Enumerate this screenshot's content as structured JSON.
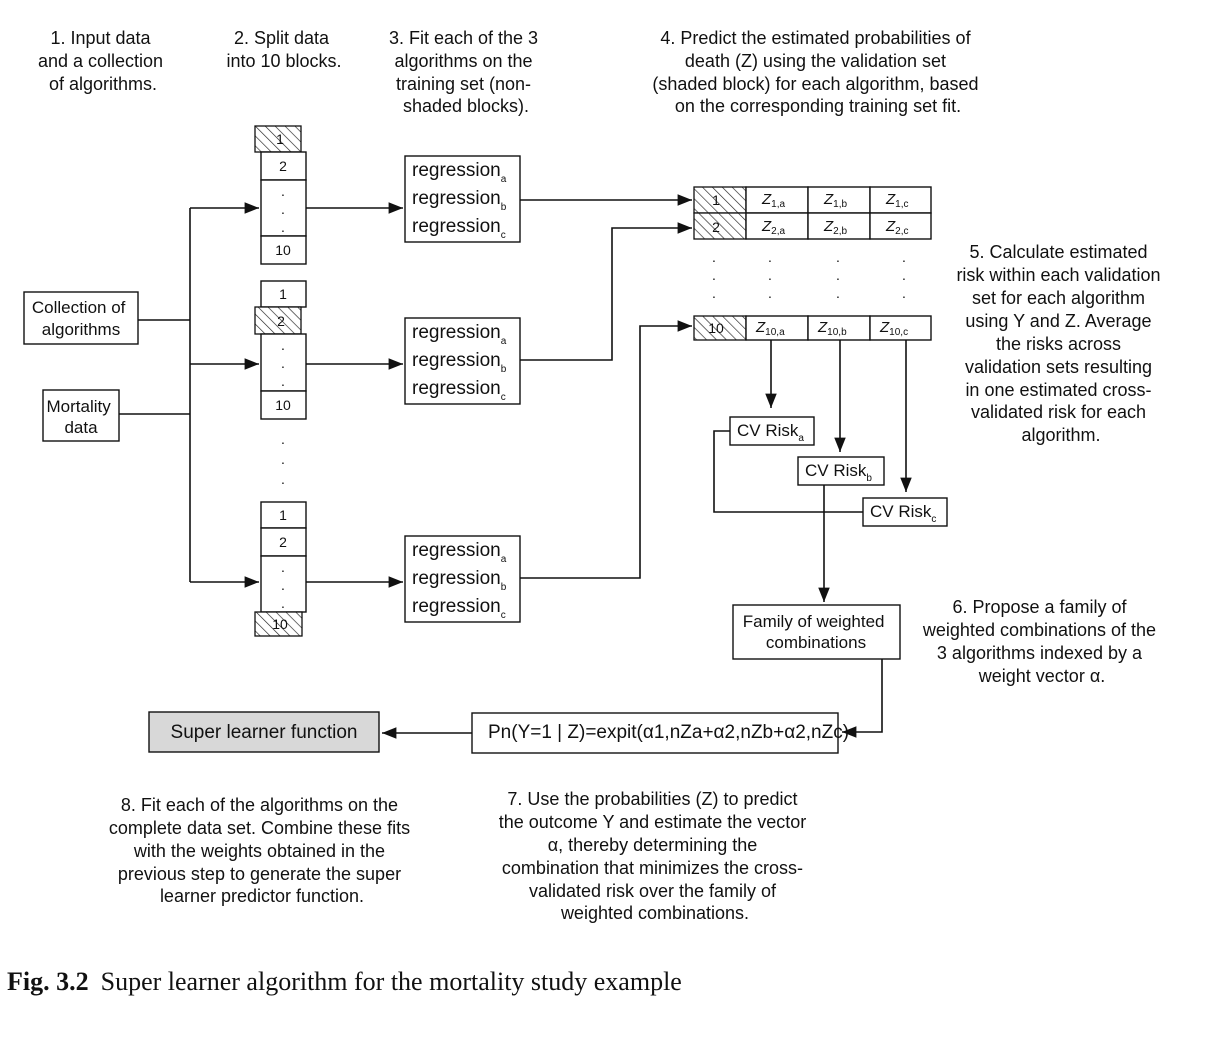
{
  "steps": {
    "s1": [
      "1. Input data",
      "and a collection",
      "of algorithms."
    ],
    "s2": [
      "2. Split data",
      "into 10 blocks."
    ],
    "s3": [
      "3. Fit each of the 3",
      "algorithms on the",
      "training set (non-",
      "shaded blocks)."
    ],
    "s4": [
      "4. Predict the estimated probabilities of",
      "death (Z) using the validation set",
      "(shaded block) for each algorithm, based",
      "on the corresponding training set fit."
    ],
    "s5": [
      "5. Calculate estimated",
      "risk within each validation",
      "set for each algorithm",
      "using Y and Z.  Average",
      "the risks across",
      "validation sets resulting",
      "in one estimated cross-",
      "validated risk for each",
      "algorithm."
    ],
    "s6": [
      "6. Propose a family of",
      "weighted combinations of the",
      "3 algorithms indexed by a",
      "weight vector α."
    ],
    "s7": [
      "7. Use the probabilities (Z) to predict",
      "the outcome Y and estimate the vector",
      "α, thereby determining the",
      "combination that minimizes the cross-",
      "validated risk over the family of",
      "weighted combinations."
    ],
    "s8": [
      "8. Fit each of the algorithms on the",
      "complete data set. Combine these fits",
      "with the weights obtained in the",
      "previous step to generate the super",
      "learner predictor function."
    ]
  },
  "boxes": {
    "collection": [
      "Collection of",
      "algorithms"
    ],
    "mortality": [
      "Mortality",
      "data"
    ],
    "family": [
      "Family of weighted",
      "combinations"
    ],
    "super_learner": "Super learner function",
    "formula": "Pn(Y=1 | Z)=expit(α1,nZa+α2,nZb+α2,nZc)"
  },
  "regression": {
    "base": "regression",
    "subs": [
      "a",
      "b",
      "c"
    ]
  },
  "blocks": {
    "first": "1",
    "second": "2",
    "last": "10",
    "dot": "."
  },
  "z_table": {
    "rows": [
      {
        "block": "1",
        "cells": [
          [
            "Z",
            "1,a"
          ],
          [
            "Z",
            "1,b"
          ],
          [
            "Z",
            "1,c"
          ]
        ]
      },
      {
        "block": "2",
        "cells": [
          [
            "Z",
            "2,a"
          ],
          [
            "Z",
            "2,b"
          ],
          [
            "Z",
            "2,c"
          ]
        ]
      },
      {
        "block": "10",
        "cells": [
          [
            "Z",
            "10,a"
          ],
          [
            "Z",
            "10,b"
          ],
          [
            "Z",
            "10,c"
          ]
        ]
      }
    ]
  },
  "cv_risk": {
    "base": "CV Risk",
    "subs": [
      "a",
      "b",
      "c"
    ]
  },
  "caption": {
    "label": "Fig. 3.2",
    "text": "Super learner algorithm for the mortality study example"
  }
}
